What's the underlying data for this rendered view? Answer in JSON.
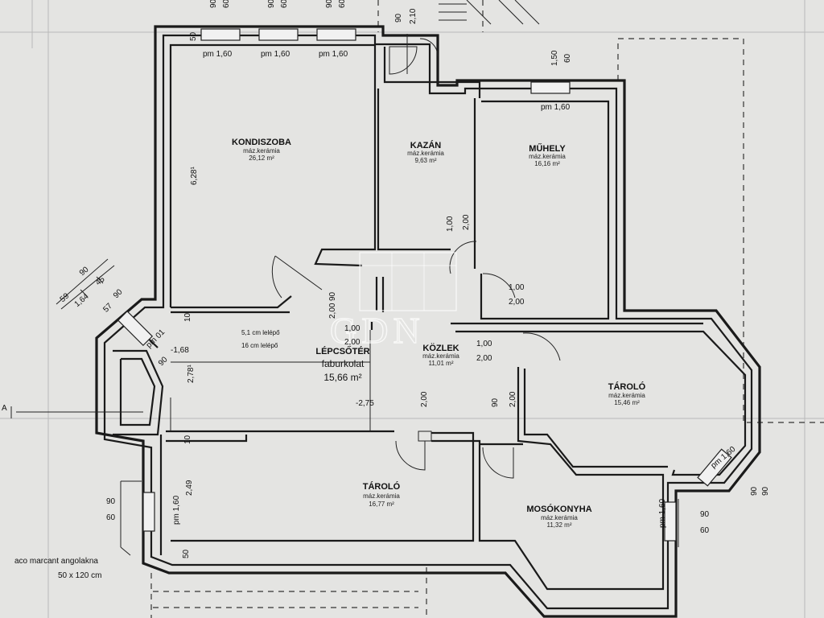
{
  "rooms": {
    "kondiszoba": {
      "name": "KONDISZOBA",
      "finish": "máz.kerámia",
      "area": "26,12 m²"
    },
    "kazan": {
      "name": "KAZÁN",
      "finish": "máz.kerámia",
      "area": "9,63 m²"
    },
    "muhely": {
      "name": "MŰHELY",
      "finish": "máz.kerámia",
      "area": "16,16 m²"
    },
    "lepcsoter": {
      "name": "LÉPCSŐTÉR",
      "finish": "faburkolat",
      "area": "15,66 m²"
    },
    "kozlek": {
      "name": "KÖZLEK",
      "finish": "máz.kerámia",
      "area": "11,01 m²"
    },
    "tarolo_right": {
      "name": "TÁROLÓ",
      "finish": "máz.kerámia",
      "area": "15,46 m²"
    },
    "tarolo_bottom": {
      "name": "TÁROLÓ",
      "finish": "máz.kerámia",
      "area": "16,77 m²"
    },
    "mosokonyha": {
      "name": "MOSÓKONYHA",
      "finish": "máz.kerámia",
      "area": "11,32 m²"
    }
  },
  "notes": {
    "stair_note_1": "5,1 cm lelépő",
    "stair_note_2": "16 cm lelépő",
    "aco_line1": "aco marcant angolakna",
    "aco_line2": "50 x 120 cm",
    "watermark": "GDN",
    "section_marker": "A"
  },
  "dims": {
    "pm_top_1": "pm 1,60",
    "pm_top_2": "pm 1,60",
    "pm_top_3": "pm 1,60",
    "pm_muhely": "pm 1,60",
    "pm_left": "pm 1,60",
    "pm_mosok": "pm 1,60",
    "pm_tarolo": "pm 1,60",
    "pm_01": "pm 01",
    "top_90_1": "90",
    "top_60_1": "60",
    "top_90_2": "90",
    "top_60_2": "60",
    "top_90_3": "90",
    "top_60_3": "60",
    "door_90": "90",
    "door_210": "2,10",
    "kond_50": "50",
    "muhely_150": "1,50",
    "muhely_60": "60",
    "h_628": "6,28¹",
    "v_278": "2,78¹",
    "v_249": "2,49",
    "lvl_168": "-1,68",
    "lvl_275": "-2,75",
    "kazan_100": "1,00",
    "kazan_200": "2,00",
    "muhely_door_100": "1,00",
    "muhely_door_200": "2,00",
    "stair_100": "1,00",
    "stair_200": "2,00",
    "kozlek_100": "1,00",
    "kozlek_200": "2,00",
    "kozlek_v200": "2,00",
    "kozlek_v90": "90",
    "kozlek_v200b": "2,00",
    "diag_90": "90",
    "diag_200": "2,00",
    "left_10": "10",
    "left_10b": "10",
    "left_50": "50",
    "tl_59": "59",
    "tl_164": "1,64",
    "tl_45": "45",
    "tl_90": "90",
    "tl_57": "57",
    "tl_90b": "90",
    "tl_90c": "90",
    "right_90": "90",
    "right_60": "60",
    "bl_90": "90",
    "bl_60": "60",
    "r_90a": "90",
    "r_90b": "90"
  }
}
